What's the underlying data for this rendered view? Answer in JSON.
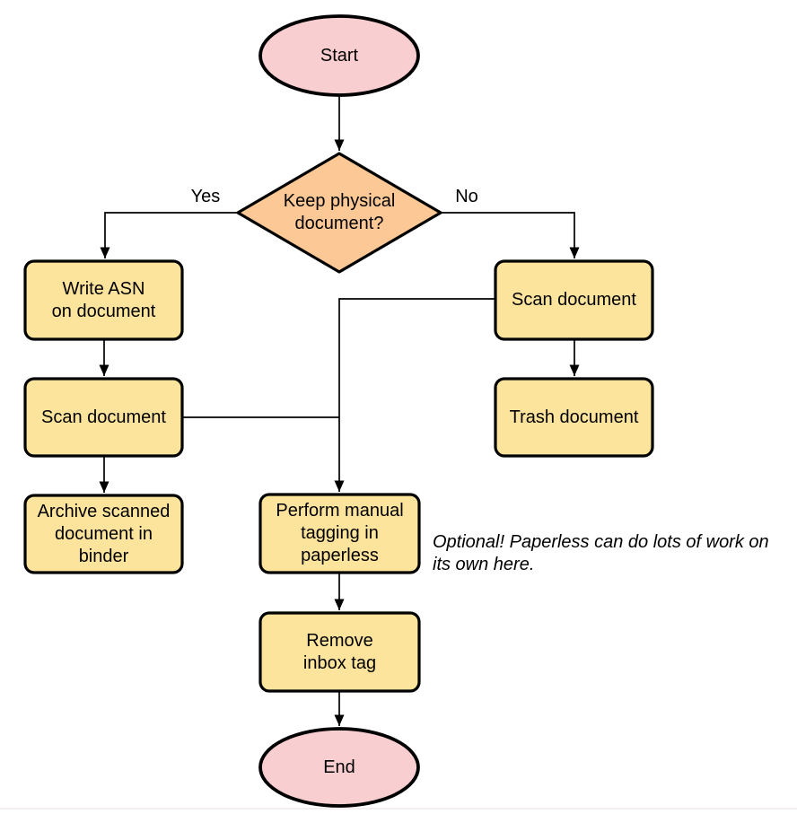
{
  "colors": {
    "background": "#FFFFFF",
    "terminator_fill": "#F9CED1",
    "decision_fill": "#FBC896",
    "process_fill": "#FDE49C",
    "stroke": "#000000",
    "footer_line": "#F4EEF0"
  },
  "nodes": {
    "start": {
      "label": "Start"
    },
    "decision": {
      "label": "Keep physical\ndocument?"
    },
    "write_asn": {
      "label": "Write ASN\non document"
    },
    "scan_left": {
      "label": "Scan document"
    },
    "archive": {
      "label": "Archive scanned\ndocument in\nbinder"
    },
    "scan_right": {
      "label": "Scan document"
    },
    "trash": {
      "label": "Trash document"
    },
    "tagging": {
      "label": "Perform manual\ntagging in\npaperless"
    },
    "remove_inbox": {
      "label": "Remove\ninbox tag"
    },
    "end": {
      "label": "End"
    }
  },
  "edge_labels": {
    "yes": "Yes",
    "no": "No"
  },
  "note": "Optional! Paperless can do lots of work on\nits own here."
}
